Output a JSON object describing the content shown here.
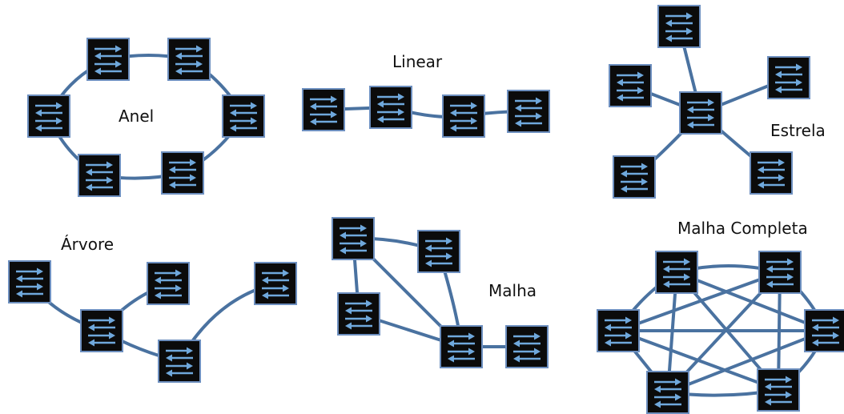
{
  "colors": {
    "link": "#4A72A0",
    "switch_fill": "#0b0b0b",
    "switch_border": "#6d8fbf",
    "arrow": "#6FA8DC"
  },
  "icon": "network-switch-icon",
  "topologies": [
    {
      "id": "anel",
      "label": "Anel"
    },
    {
      "id": "linear",
      "label": "Linear"
    },
    {
      "id": "estrela",
      "label": "Estrela"
    },
    {
      "id": "arvore",
      "label": "Árvore"
    },
    {
      "id": "malha",
      "label": "Malha"
    },
    {
      "id": "malha-completa",
      "label": "Malha Completa"
    }
  ]
}
